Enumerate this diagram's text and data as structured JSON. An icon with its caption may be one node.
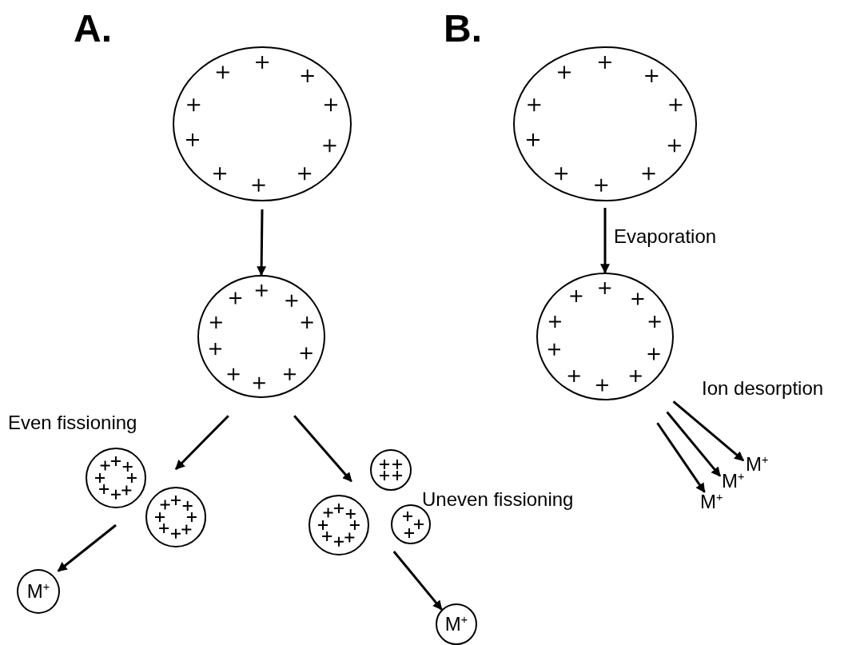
{
  "diagram": {
    "nodes": [
      {
        "text": [],
        "shape": "circle"
      },
      {
        "text": [],
        "shape": "circle"
      },
      {
        "text": [],
        "shape": "circle"
      },
      {
        "text": [],
        "shape": "circle"
      },
      {
        "text": [
          "M$^{+}$"
        ]
      },
      {
        "text": [],
        "shape": "circle"
      },
      {
        "text": [],
        "shape": "circle"
      },
      {
        "text": [],
        "shape": "circle"
      },
      {
        "text": [
          "M$^{+}$"
        ]
      },
      {
        "text": [],
        "shape": "circle"
      },
      {
        "text": [],
        "shape": "circle"
      },
      {
        "text": [
          "M$^{+}$"
        ]
      },
      {
        "text": [
          "M$^{+}$"
        ]
      },
      {
        "text": [
          "M$^{+}$"
        ]
      }
    ],
    "edges": [
      {
        "from": 0,
        "to": 1,
        "arrow": "to"
      },
      {
        "from": 1,
        "to": 3,
        "arrow": "to"
      },
      {
        "from": 1,
        "to": 6,
        "arrow": "to"
      },
      {
        "from": 2,
        "to": 4,
        "arrow": "to"
      },
      {
        "from": 7,
        "to": 8,
        "arrow": "to"
      },
      {
        "from": 9,
        "to": 10,
        "arrow": "to",
        "label": "Evaporation"
      },
      {
        "from": 10,
        "to": 11,
        "arrow": "to",
        "label": "Ion desorption"
      },
      {
        "from": 10,
        "to": 12,
        "arrow": "to"
      },
      {
        "from": 10,
        "to": 13,
        "arrow": "to"
      }
    ],
    "labels": [
      "A.",
      "B.",
      "Even fissioning",
      "Uneven fissioning"
    ]
  }
}
